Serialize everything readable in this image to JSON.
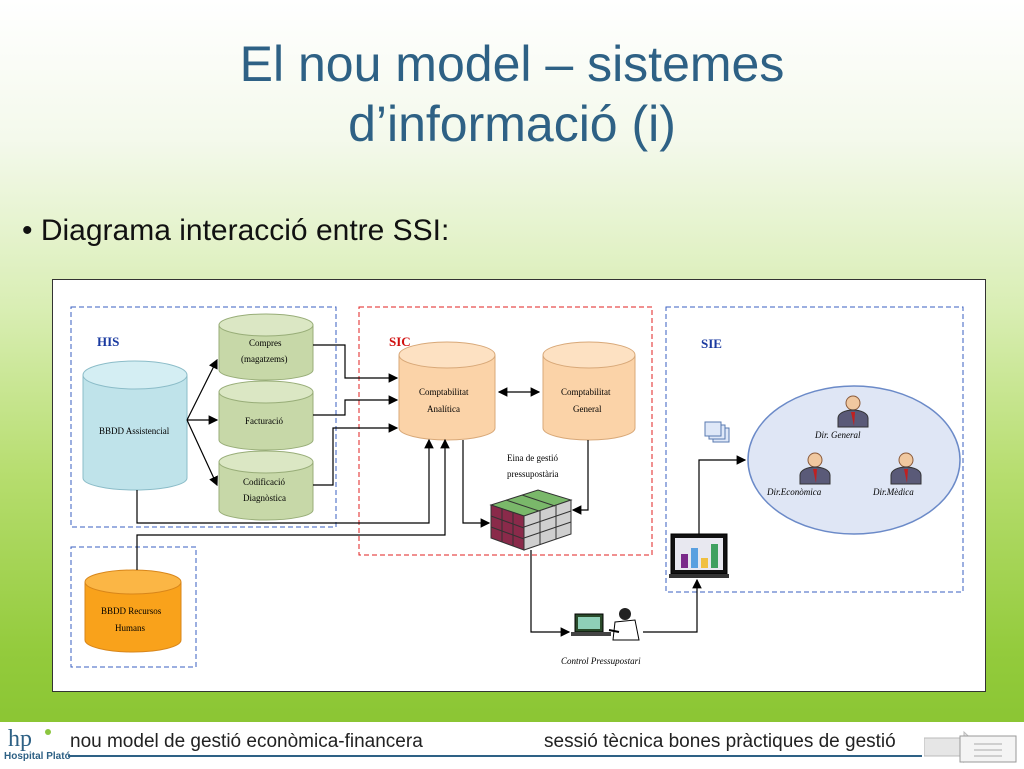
{
  "slide": {
    "title_line1": "El nou model – sistemes",
    "title_line2": "d’informació (i)",
    "bullet": "• Diagrama interacció entre SSI:"
  },
  "diagram": {
    "his_label": "HIS",
    "sic_label": "SIC",
    "sie_label": "SIE",
    "bbdd_assistencial": "BBDD Assistencial",
    "compres_line1": "Compres",
    "compres_line2": "(magatzems)",
    "facturacio": "Facturació",
    "codificacio_line1": "Codificació",
    "codificacio_line2": "Diagnòstica",
    "bbdd_rrhh_line1": "BBDD Recursos",
    "bbdd_rrhh_line2": "Humans",
    "comptabilitat_analitica_line1": "Comptabilitat",
    "comptabilitat_analitica_line2": "Analítica",
    "comptabilitat_general_line1": "Comptabilitat",
    "comptabilitat_general_line2": "General",
    "eina_line1": "Eina de gestió",
    "eina_line2": "pressupostària",
    "control_pressupostari": "Control Pressupostari",
    "dir_general": "Dir. General",
    "dir_economica": "Dir.Econòmica",
    "dir_medica": "Dir.Mèdica"
  },
  "footer": {
    "left": "nou model de gestió econòmica-financera",
    "right": "sessió tècnica bones pràctiques de gestió",
    "logo_text": "Hospital Plató"
  },
  "colors": {
    "title": "#2e6185",
    "db_blue": "#bfe3ea",
    "db_green": "#c7d8a8",
    "db_peach": "#fbd3a8",
    "db_orange": "#f9a21b",
    "sic_border": "#e02020",
    "his_border": "#3a5fc0"
  }
}
